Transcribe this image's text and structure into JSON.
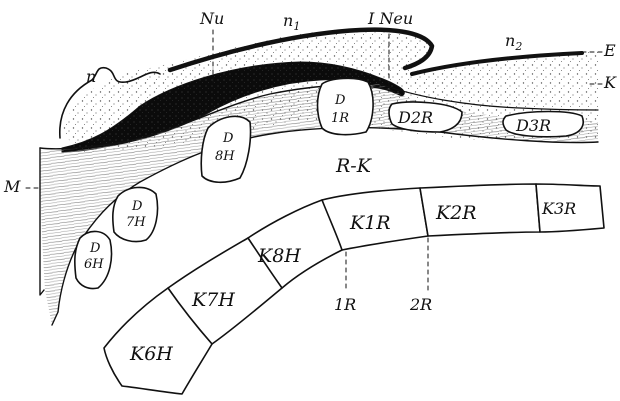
{
  "figure": {
    "labels": {
      "Nu": "Nu",
      "n1": "n",
      "n1_sub": "1",
      "I_Neu": "I Neu",
      "n2": "n",
      "n2_sub": "2",
      "E": "E",
      "K": "K",
      "n": "n",
      "M": "M",
      "R_K": "R-K",
      "D1R_top": "D",
      "D1R_bottom": "1R",
      "D2R": "D2R",
      "D3R": "D3R",
      "D8H_top": "D",
      "D8H_bottom": "8H",
      "D7H_top": "D",
      "D7H_bottom": "7H",
      "D6H_top": "D",
      "D6H_bottom": "6H",
      "K1R": "K1R",
      "K2R": "K2R",
      "K3R": "K3R",
      "K8H": "K8H",
      "K7H": "K7H",
      "K6H": "K6H",
      "1R": "1R",
      "2R": "2R"
    },
    "colors": {
      "ink": "#111111",
      "paper": "#ffffff",
      "stipple": "#555555"
    }
  }
}
